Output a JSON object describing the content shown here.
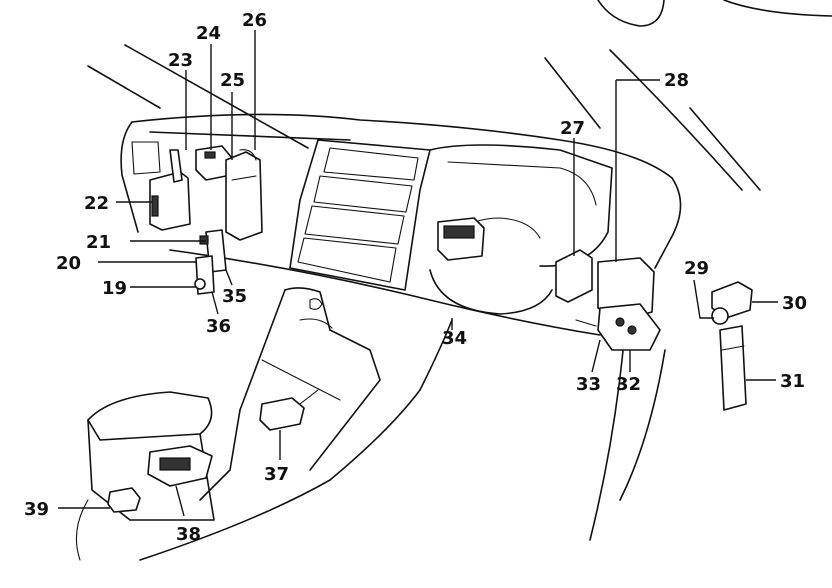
{
  "colors": {
    "line": "#111111",
    "background": "#ffffff"
  },
  "labels": [
    {
      "id": "l19",
      "text": "19"
    },
    {
      "id": "l20",
      "text": "20"
    },
    {
      "id": "l21",
      "text": "21"
    },
    {
      "id": "l22",
      "text": "22"
    },
    {
      "id": "l23",
      "text": "23"
    },
    {
      "id": "l24",
      "text": "24"
    },
    {
      "id": "l25",
      "text": "25"
    },
    {
      "id": "l26",
      "text": "26"
    },
    {
      "id": "l27",
      "text": "27"
    },
    {
      "id": "l28",
      "text": "28"
    },
    {
      "id": "l29",
      "text": "29"
    },
    {
      "id": "l30",
      "text": "30"
    },
    {
      "id": "l31",
      "text": "31"
    },
    {
      "id": "l32",
      "text": "32"
    },
    {
      "id": "l33",
      "text": "33"
    },
    {
      "id": "l34",
      "text": "34"
    },
    {
      "id": "l35",
      "text": "35"
    },
    {
      "id": "l36",
      "text": "36"
    },
    {
      "id": "l37",
      "text": "37"
    },
    {
      "id": "l38",
      "text": "38"
    },
    {
      "id": "l39",
      "text": "39"
    }
  ]
}
